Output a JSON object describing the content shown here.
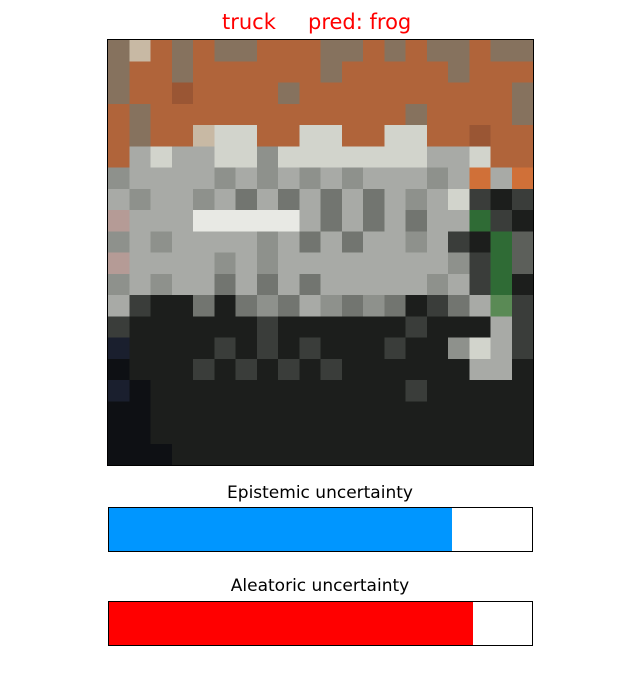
{
  "chart_data": {
    "type": "bar",
    "title_true": "truck",
    "title_pred": "pred: frog",
    "title_color": "#ff0000",
    "image_label": "truck",
    "predicted_label": "frog",
    "bars": [
      {
        "label": "Epistemic uncertainty",
        "value": 0.81,
        "range": [
          0,
          1
        ],
        "color": "#0096ff"
      },
      {
        "label": "Aleatoric uncertainty",
        "value": 0.86,
        "range": [
          0,
          1
        ],
        "color": "#ff0000"
      }
    ],
    "image_pixels": {
      "width": 20,
      "height": 20,
      "palette": {
        "r": "#b0643a",
        "o": "#9a5634",
        "b": "#86725e",
        "p": "#c8b9a4",
        "w": "#d2d4cc",
        "L": "#e8e9e4",
        "g": "#a8aaa6",
        "h": "#8e918c",
        "m": "#727570",
        "q": "#5c5f5a",
        "d": "#3a3d3a",
        "k": "#1c1e1c",
        "n": "#0e1014",
        "v": "#1a1f2e",
        "e": "#2f6b35",
        "G": "#5a8a55",
        "s": "#b59b96",
        "t": "#d07038"
      },
      "rows": [
        "bprbrbbrrrbbrbrbbrbb",
        "brrbrrrrrrbrrrrrbrrr",
        "brrorrrrbrrrrrrrrrrb",
        "rbrrrrrrrrrrrrbrrrrb",
        "rbrrpwwrrwwrrwwrrorr",
        "rgwggwwhwwwwwwwggwrr",
        "hgggghghghghggghgtgt",
        "ghgghgmgmgmgmghgwdkd",
        "sgggLLLLLgmgmgmggedk",
        "hghgggghgmgmgghgdkeq",
        "sgggghghgggggggghdeq",
        "hghggmgmgmggggghgdek",
        "gdkkmkmhmghmhmkdmgGd",
        "dkkkkkkdkkkkkkdkkkgd",
        "vkkkkdkdkdkkkdkkhwgd",
        "nkkkdkdkdkdkkkkkkggk",
        "vnkkkkkkkkkkkkdkkkkk",
        "nnkkkkkkkkkkkkkkkkkk",
        "nnkkkkkkkkkkkkkkkkkk",
        "nnnkkkkkkkkkkkkkkkkk"
      ]
    }
  }
}
